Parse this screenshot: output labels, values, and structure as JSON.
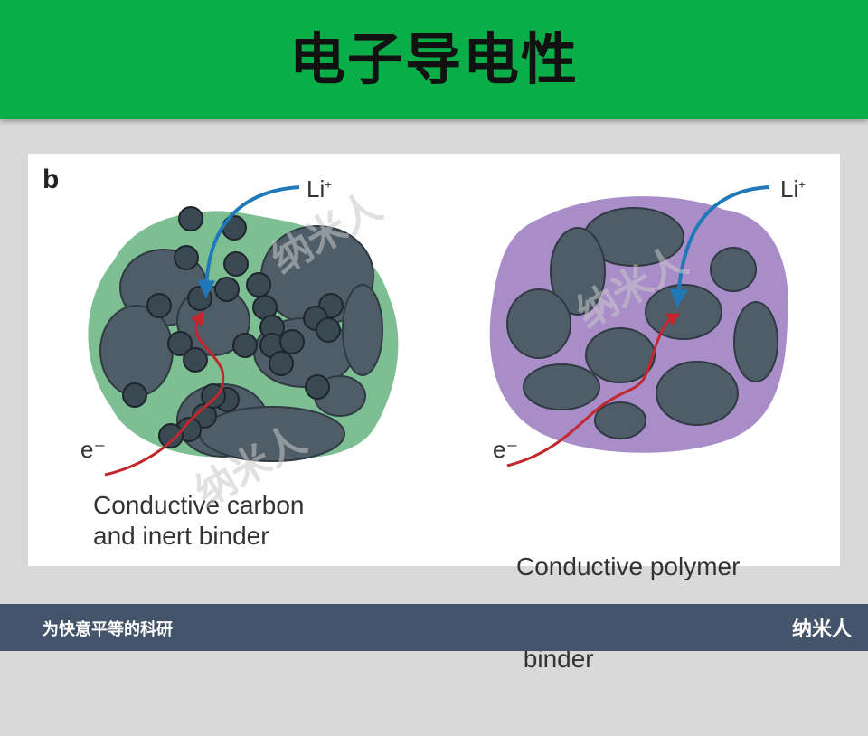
{
  "header": {
    "title": "电子导电性"
  },
  "figure": {
    "panel_label": "b",
    "left": {
      "ion_label": "Li",
      "ion_charge": "+",
      "electron_label": "e⁻",
      "caption_line1": "Conductive carbon",
      "caption_line2": "and inert binder",
      "matrix_color": "#7dbe93"
    },
    "right": {
      "ion_label": "Li",
      "ion_charge": "+",
      "electron_label": "e⁻",
      "caption_line1": "Conductive polymer",
      "caption_line2": " binder",
      "matrix_color": "#a98dc9"
    },
    "particle_color": "#4e5d68",
    "ion_arrow_color": "#1f78b8",
    "electron_arrow_color": "#c1272d"
  },
  "footer": {
    "slogan": "为快意平等的科研",
    "brand": "纳米人"
  },
  "watermarks": [
    "纳米人",
    "纳米人",
    "纳米人"
  ]
}
